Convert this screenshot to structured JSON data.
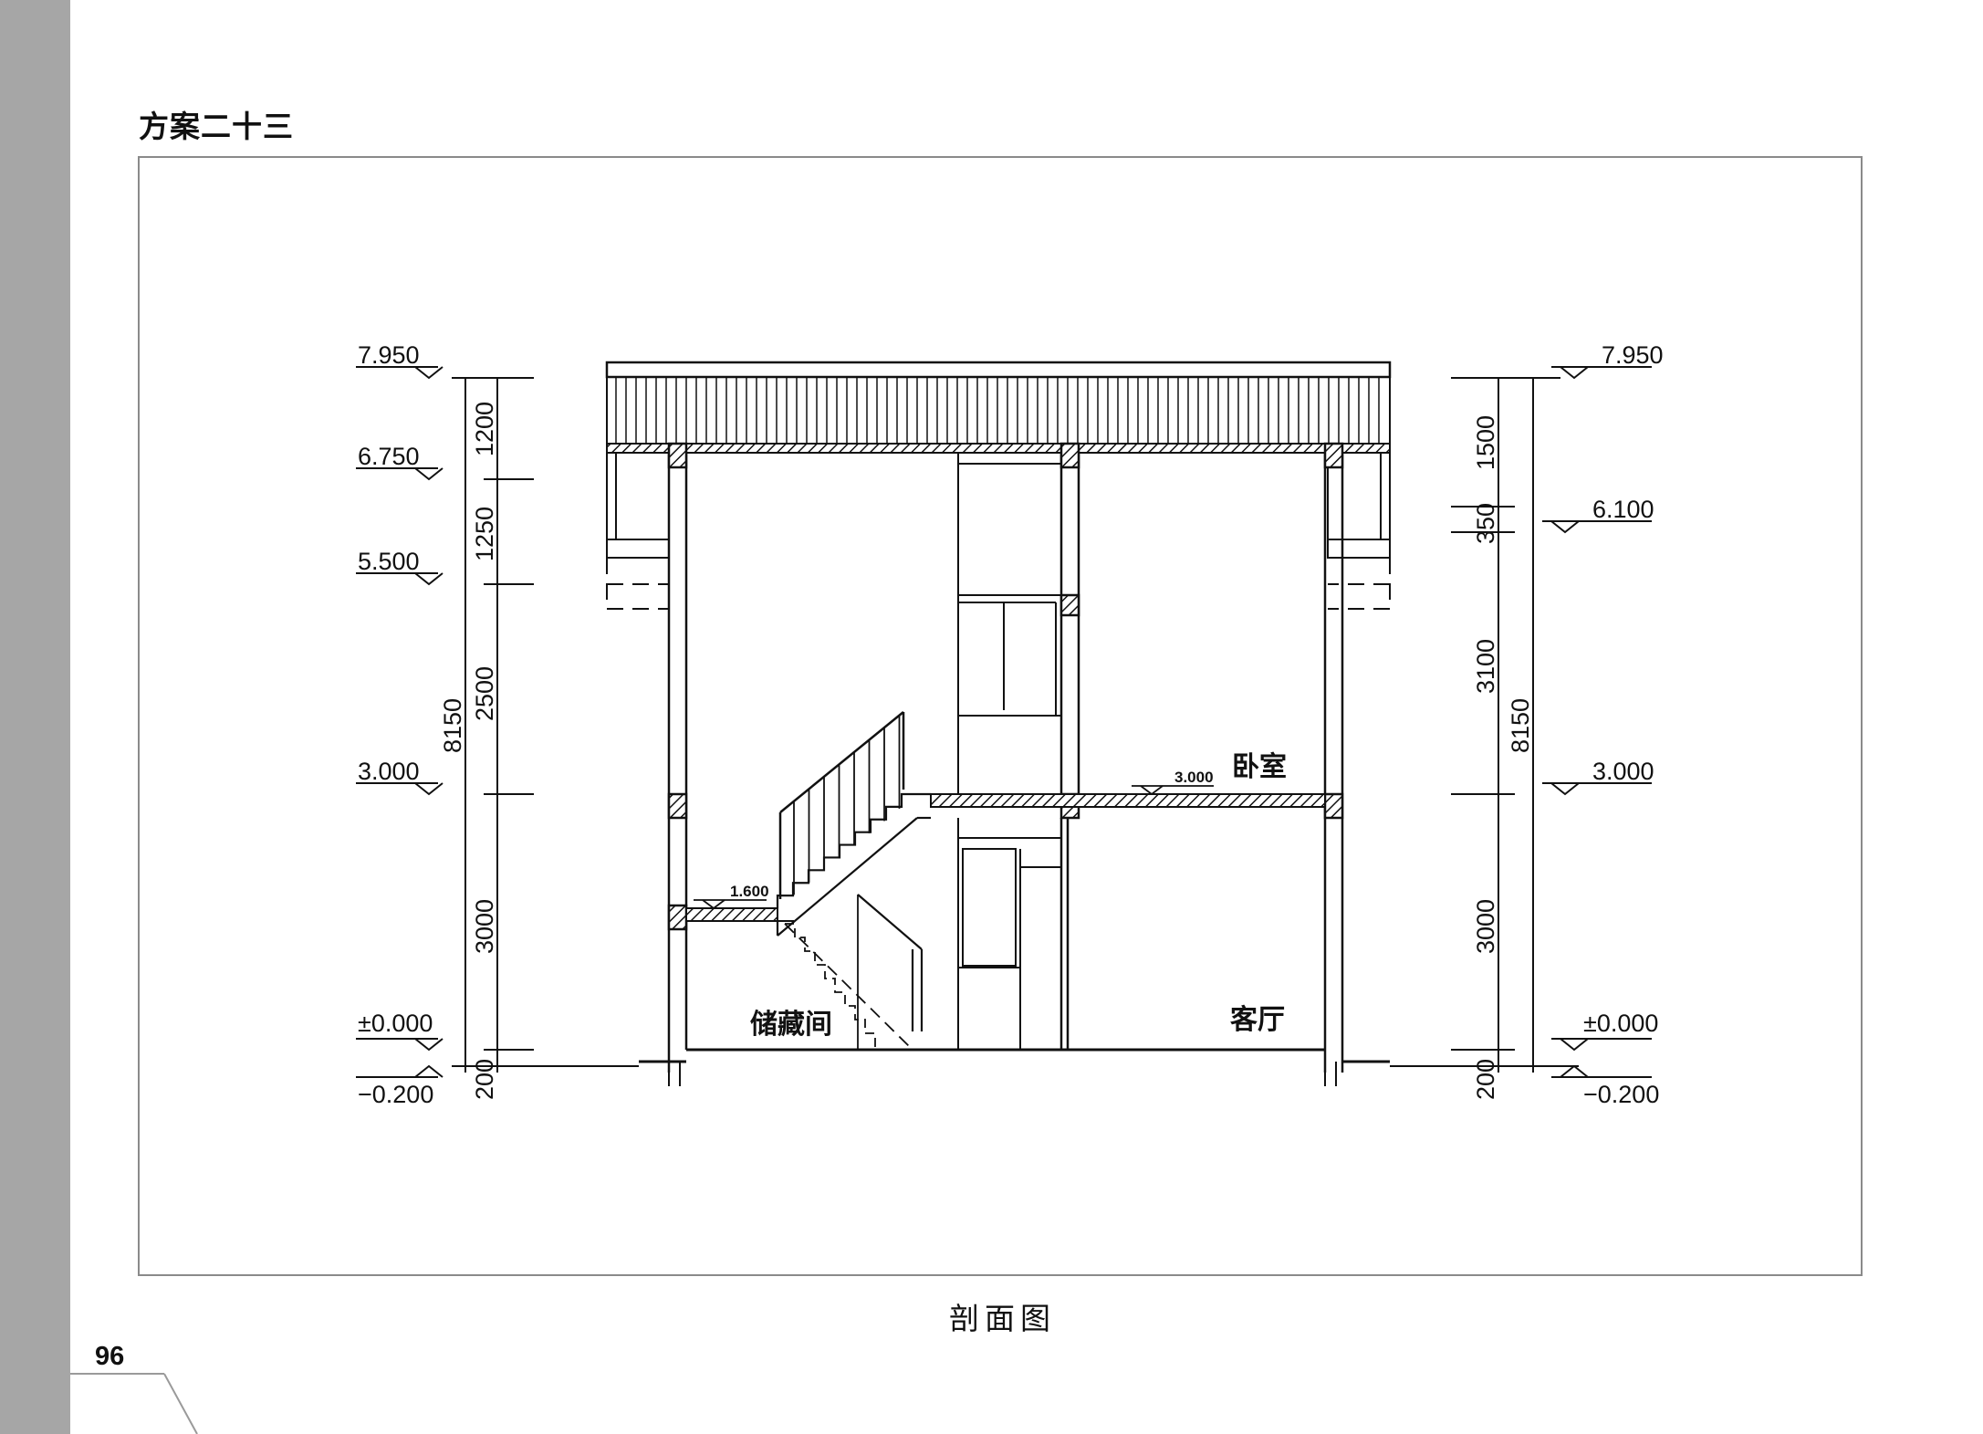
{
  "page": {
    "title": "方案二十三",
    "caption": "剖面图",
    "page_number": "96"
  },
  "elevations": {
    "left": [
      "7.950",
      "6.750",
      "5.500",
      "3.000",
      "±0.000",
      "−0.200"
    ],
    "right": [
      "7.950",
      "6.100",
      "3.000",
      "±0.000",
      "−0.200"
    ]
  },
  "dimensions": {
    "left_segments": [
      "1200",
      "1250",
      "2500",
      "3000",
      "200"
    ],
    "left_total": "8150",
    "right_segments": [
      "1500",
      "350",
      "3100",
      "3000",
      "200"
    ],
    "right_total": "8150"
  },
  "rooms": {
    "bedroom": "卧室",
    "living": "客厅",
    "storage": "储藏间"
  },
  "inner_levels": {
    "landing": "1.600",
    "floor2": "3.000"
  },
  "colors": {
    "sidebar": "#a6a6a6",
    "frame": "#8a8a8a",
    "line": "#111111"
  }
}
